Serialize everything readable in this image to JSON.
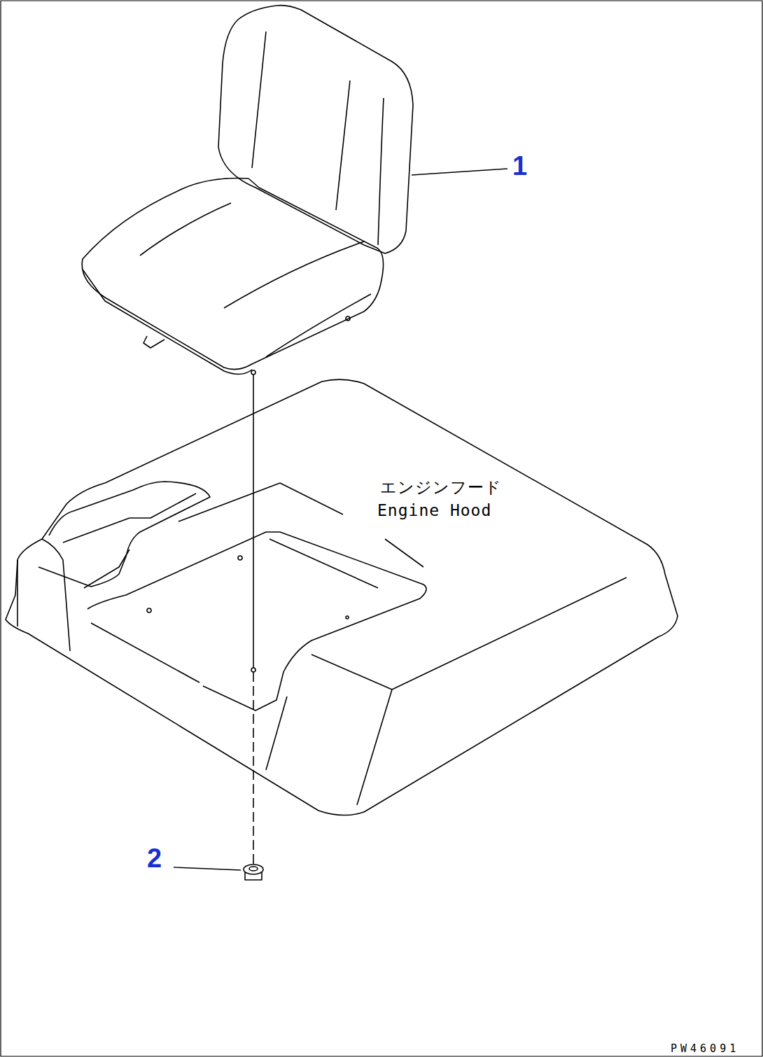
{
  "diagram": {
    "labels": [
      "1",
      "2",
      "エンジンフード",
      "Engine Hood",
      "PW46091"
    ]
  }
}
